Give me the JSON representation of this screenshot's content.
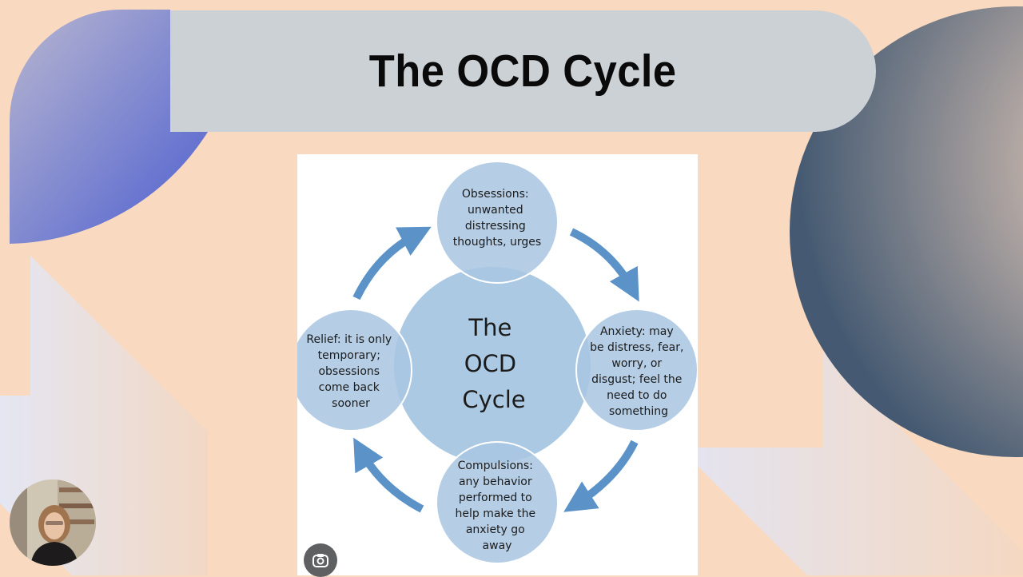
{
  "slide": {
    "title": "The OCD Cycle"
  },
  "diagram": {
    "center": {
      "lines": [
        "The",
        "OCD",
        "Cycle"
      ]
    },
    "nodes": {
      "obsessions": [
        "Obsessions:",
        "unwanted",
        "distressing",
        "thoughts, urges"
      ],
      "anxiety": [
        "Anxiety: may",
        "be distress, fear,",
        "worry, or",
        "disgust; feel the",
        "need to do",
        "something"
      ],
      "compulsions": [
        "Compulsions:",
        "any behavior",
        "performed to",
        "help make the",
        "anxiety go",
        "away"
      ],
      "relief": [
        "Relief: it is only",
        "temporary;",
        "obsessions",
        "come back",
        "sooner"
      ]
    }
  },
  "colors": {
    "background": "#f9d9bf",
    "banner": "#cbd1d5",
    "circle": "#a8c6e2",
    "circle_stroke": "#ffffff",
    "arrow": "#5b93c8"
  },
  "icons": {
    "lens": "google-lens-icon",
    "presenter": "presenter-webcam-thumbnail"
  }
}
